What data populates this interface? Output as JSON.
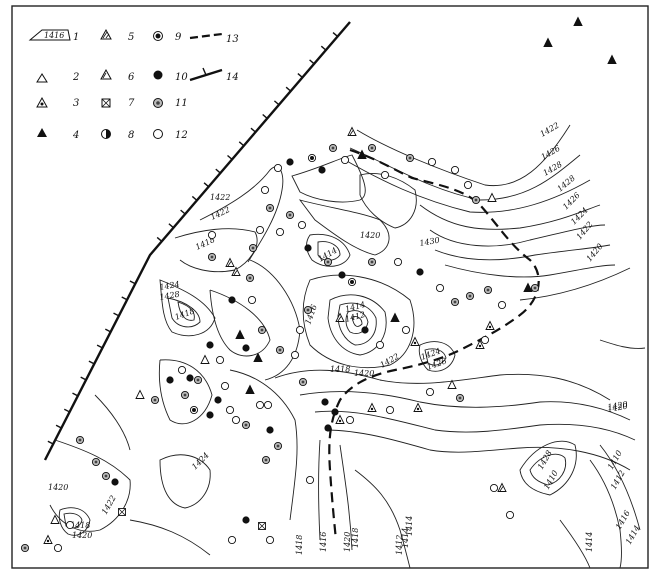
{
  "legend": [
    {
      "num": "1",
      "symbol": "contour-line-icon",
      "sample_label": "1416"
    },
    {
      "num": "2",
      "symbol": "triangle-open-icon"
    },
    {
      "num": "3",
      "symbol": "triangle-dot-icon"
    },
    {
      "num": "4",
      "symbol": "triangle-filled-icon"
    },
    {
      "num": "5",
      "symbol": "triangle-hatched-icon"
    },
    {
      "num": "6",
      "symbol": "triangle-halfhatched-icon"
    },
    {
      "num": "7",
      "symbol": "square-cross-icon"
    },
    {
      "num": "8",
      "symbol": "circle-half-icon"
    },
    {
      "num": "9",
      "symbol": "circle-dot-icon"
    },
    {
      "num": "10",
      "symbol": "circle-filled-icon"
    },
    {
      "num": "11",
      "symbol": "circle-hatched-icon"
    },
    {
      "num": "12",
      "symbol": "circle-open-icon"
    },
    {
      "num": "13",
      "symbol": "dashed-boundary-icon"
    },
    {
      "num": "14",
      "symbol": "fault-line-icon"
    }
  ],
  "contour_labels": [
    "1422",
    "1426",
    "1428",
    "1428",
    "1426",
    "1424",
    "1422",
    "1420",
    "1422",
    "1418",
    "1424",
    "1428",
    "1418",
    "1420",
    "1414",
    "1430",
    "1414",
    "1412",
    "1416",
    "1418",
    "1420",
    "1422",
    "1424",
    "1426",
    "1422",
    "1420",
    "1424",
    "1420",
    "1418",
    "1420",
    "1422",
    "1418",
    "1416",
    "1420",
    "1418",
    "1414",
    "1414",
    "1412",
    "1414",
    "1420",
    "1428",
    "1410",
    "1410",
    "1412",
    "1416",
    "1414"
  ]
}
